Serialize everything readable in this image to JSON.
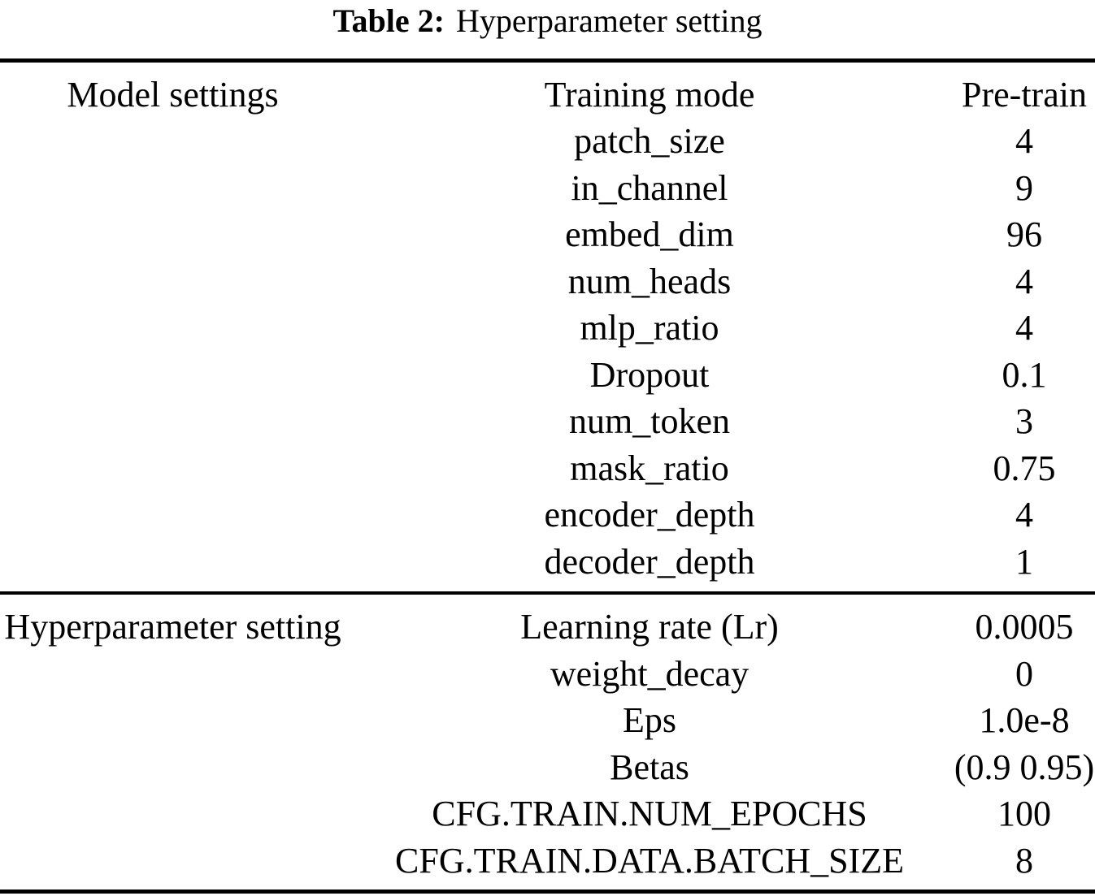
{
  "caption": {
    "label": "Table 2:",
    "title": "Hyperparameter setting"
  },
  "sections": [
    {
      "group": "Model settings",
      "rows": [
        {
          "param": "Training mode",
          "value": "Pre-train"
        },
        {
          "param": "patch_size",
          "value": "4"
        },
        {
          "param": "in_channel",
          "value": "9"
        },
        {
          "param": "embed_dim",
          "value": "96"
        },
        {
          "param": "num_heads",
          "value": "4"
        },
        {
          "param": "mlp_ratio",
          "value": "4"
        },
        {
          "param": "Dropout",
          "value": "0.1"
        },
        {
          "param": "num_token",
          "value": "3"
        },
        {
          "param": "mask_ratio",
          "value": "0.75"
        },
        {
          "param": "encoder_depth",
          "value": "4"
        },
        {
          "param": "decoder_depth",
          "value": "1"
        }
      ]
    },
    {
      "group": "Hyperparameter setting",
      "rows": [
        {
          "param": "Learning rate (Lr)",
          "value": "0.0005"
        },
        {
          "param": "weight_decay",
          "value": "0"
        },
        {
          "param": "Eps",
          "value": "1.0e-8"
        },
        {
          "param": "Betas",
          "value": "(0.9 0.95)"
        },
        {
          "param": "CFG.TRAIN.NUM_EPOCHS",
          "value": "100"
        },
        {
          "param": "CFG.TRAIN.DATA.BATCH_SIZE",
          "value": "8"
        }
      ]
    }
  ]
}
